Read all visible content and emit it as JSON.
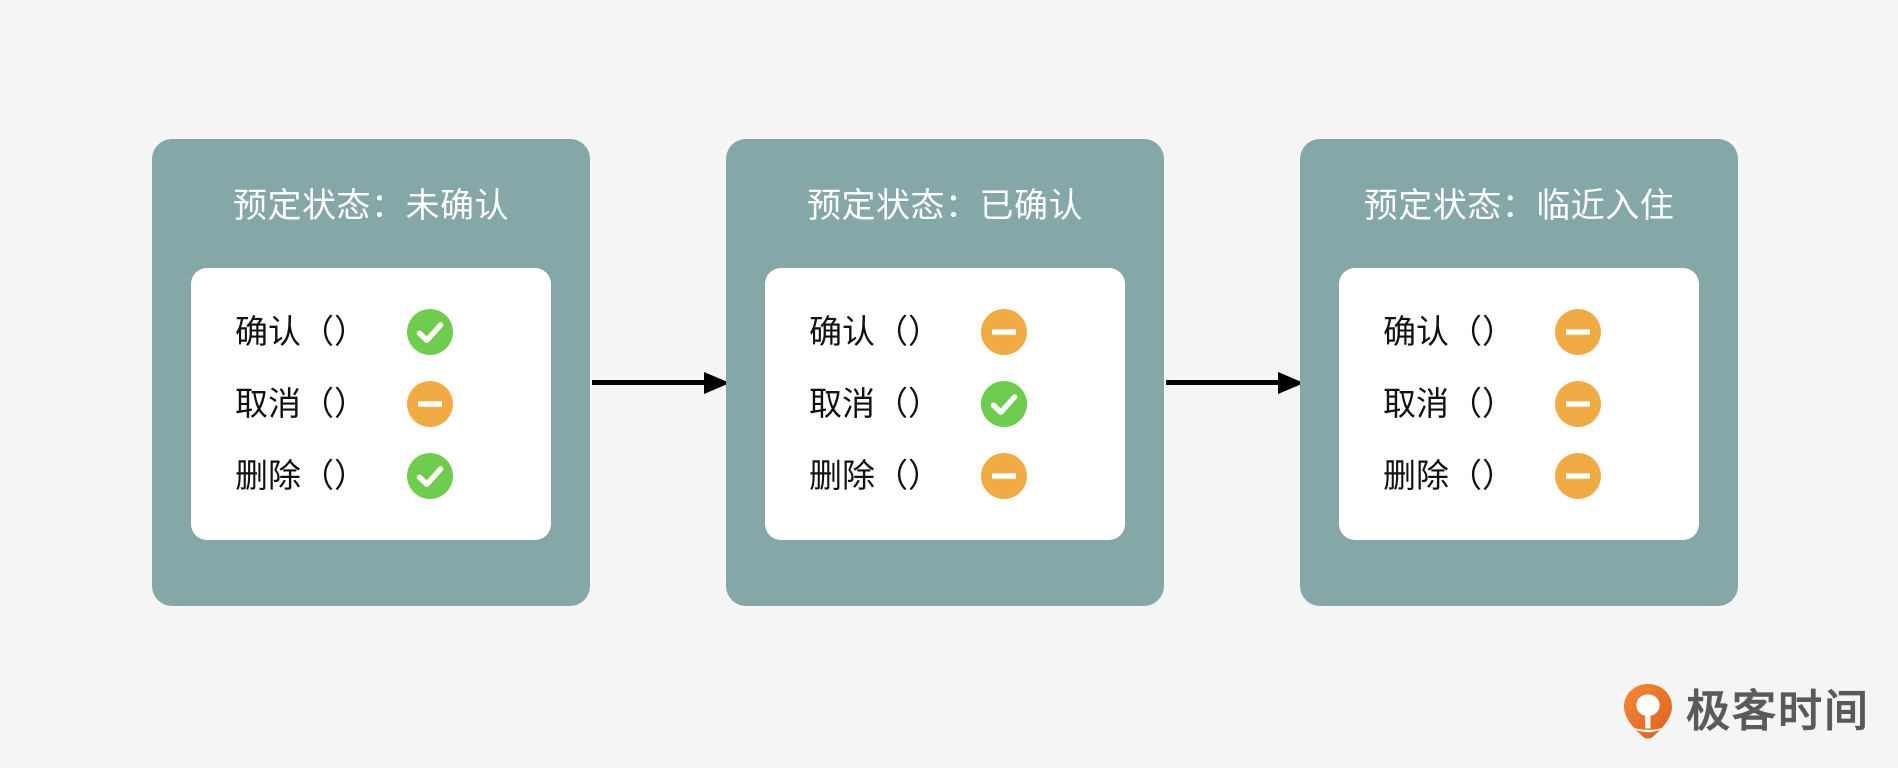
{
  "canvas": {
    "background_color": "#f4f5f4",
    "panel_color": "#85a7a7",
    "card_color": "#ffffff",
    "check_color": "#6ecc4e",
    "minus_color": "#f0ab44",
    "arrow_color": "#000000",
    "title_color": "#ffffff",
    "label_color": "#111111"
  },
  "diagram": {
    "type": "state-flow",
    "panels": [
      {
        "title": "预定状态：未确认",
        "rows": [
          {
            "label": "确认（）",
            "state": "enabled",
            "icon": "check-circle-icon"
          },
          {
            "label": "取消（）",
            "state": "disabled",
            "icon": "minus-circle-icon"
          },
          {
            "label": "删除（）",
            "state": "enabled",
            "icon": "check-circle-icon"
          }
        ]
      },
      {
        "title": "预定状态：已确认",
        "rows": [
          {
            "label": "确认（）",
            "state": "disabled",
            "icon": "minus-circle-icon"
          },
          {
            "label": "取消（）",
            "state": "enabled",
            "icon": "check-circle-icon"
          },
          {
            "label": "删除（）",
            "state": "disabled",
            "icon": "minus-circle-icon"
          }
        ]
      },
      {
        "title": "预定状态：临近入住",
        "rows": [
          {
            "label": "确认（）",
            "state": "disabled",
            "icon": "minus-circle-icon"
          },
          {
            "label": "取消（）",
            "state": "disabled",
            "icon": "minus-circle-icon"
          },
          {
            "label": "删除（）",
            "state": "disabled",
            "icon": "minus-circle-icon"
          }
        ]
      }
    ],
    "arrows": [
      {
        "from": "预定状态：未确认",
        "to": "预定状态：已确认"
      },
      {
        "from": "预定状态：已确认",
        "to": "预定状态：临近入住"
      }
    ]
  },
  "watermark": {
    "text": "极客时间",
    "logo_color": "#ea7524"
  }
}
